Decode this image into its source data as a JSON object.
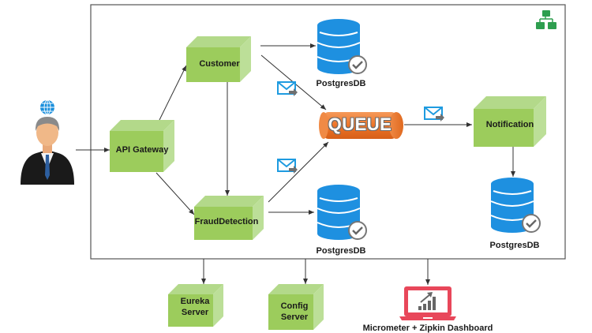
{
  "diagram": {
    "title": "Microservices Architecture",
    "colors": {
      "box_front": "#9ccc5c",
      "box_top": "#b3d98a",
      "box_side": "#bcdf98",
      "database": "#1e90e0",
      "queue": "#f07a2e",
      "envelope": "#1e9be0",
      "monitor": "#e8475a",
      "network_icon": "#2e9e4f",
      "frame": "#555555",
      "arrow": "#333333"
    },
    "nodes": {
      "user": {
        "label": ""
      },
      "api_gateway": {
        "label": "API Gateway"
      },
      "customer": {
        "label": "Customer"
      },
      "fraud_detection": {
        "label": "FraudDetection"
      },
      "queue": {
        "label": "QUEUE"
      },
      "notification": {
        "label": "Notification"
      },
      "db_customer": {
        "label": "PostgresDB"
      },
      "db_fraud": {
        "label": "PostgresDB"
      },
      "db_notification": {
        "label": "PostgresDB"
      },
      "eureka": {
        "label_line1": "Eureka",
        "label_line2": "Server"
      },
      "config": {
        "label_line1": "Config",
        "label_line2": "Server"
      },
      "dashboard": {
        "label": "Micrometer + Zipkin Dashboard"
      }
    },
    "edges": [
      {
        "from": "user",
        "to": "api_gateway"
      },
      {
        "from": "api_gateway",
        "to": "customer"
      },
      {
        "from": "api_gateway",
        "to": "fraud_detection"
      },
      {
        "from": "customer",
        "to": "db_customer"
      },
      {
        "from": "customer",
        "to": "queue",
        "message": true
      },
      {
        "from": "customer",
        "to": "fraud_detection"
      },
      {
        "from": "fraud_detection",
        "to": "queue",
        "message": true
      },
      {
        "from": "fraud_detection",
        "to": "db_fraud"
      },
      {
        "from": "queue",
        "to": "notification",
        "message": true
      },
      {
        "from": "notification",
        "to": "db_notification"
      },
      {
        "from": "frame",
        "to": "eureka"
      },
      {
        "from": "frame",
        "to": "config"
      },
      {
        "from": "frame",
        "to": "dashboard"
      }
    ]
  }
}
